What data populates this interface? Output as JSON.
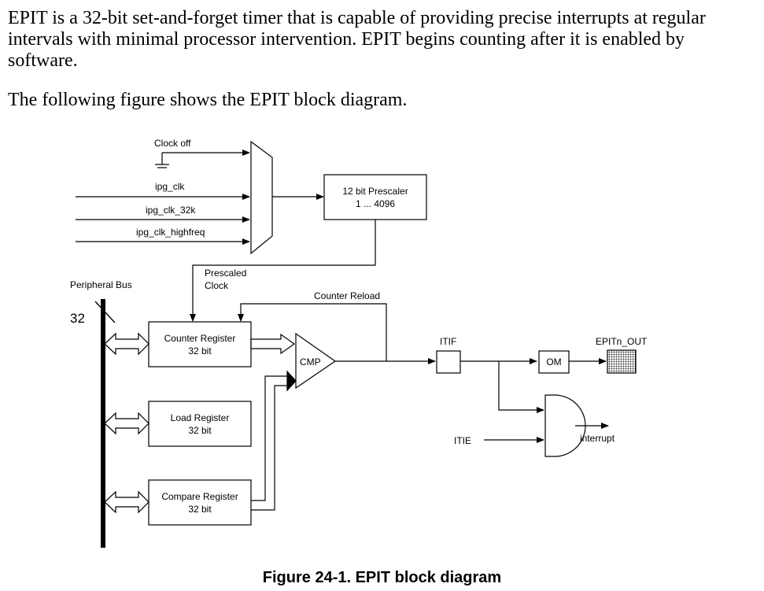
{
  "intro": {
    "paragraph1": "EPIT is a 32-bit set-and-forget timer that is capable of providing precise interrupts at regular intervals with minimal processor intervention. EPIT begins counting after it is enabled by software.",
    "paragraph2": "The following figure shows the EPIT block diagram."
  },
  "diagram": {
    "clock_off": "Clock off",
    "ipg_clk": "ipg_clk",
    "ipg_clk_32k": "ipg_clk_32k",
    "ipg_clk_highfreq": "ipg_clk_highfreq",
    "prescaler_line1": "12 bit Prescaler",
    "prescaler_line2": "1 ... 4096",
    "prescaled_line1": "Prescaled",
    "prescaled_line2": "Clock",
    "peripheral_bus": "Peripheral Bus",
    "bus_width": "32",
    "counter_reload": "Counter Reload",
    "counter_register_line1": "Counter Register",
    "counter_register_line2": "32 bit",
    "load_register_line1": "Load Register",
    "load_register_line2": "32 bit",
    "compare_register_line1": "Compare Register",
    "compare_register_line2": "32 bit",
    "cmp": "CMP",
    "itif": "ITIF",
    "om": "OM",
    "epit_out": "EPITn_OUT",
    "itie": "ITIE",
    "interrupt": "interrupt"
  },
  "caption": "Figure 24-1. EPIT block diagram"
}
